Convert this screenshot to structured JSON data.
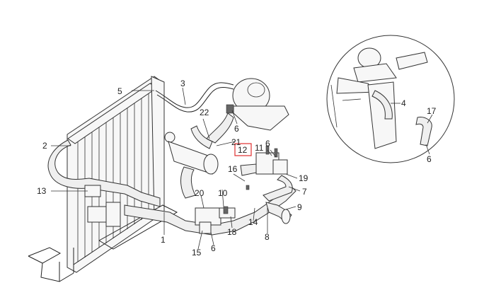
{
  "diagram": {
    "highlight_color": "#e03030",
    "callouts": [
      {
        "id": "c1",
        "label": "1"
      },
      {
        "id": "c2",
        "label": "2"
      },
      {
        "id": "c3",
        "label": "3"
      },
      {
        "id": "c4",
        "label": "4"
      },
      {
        "id": "c5",
        "label": "5"
      },
      {
        "id": "c6a",
        "label": "6"
      },
      {
        "id": "c6b",
        "label": "6"
      },
      {
        "id": "c6c",
        "label": "6"
      },
      {
        "id": "c6d",
        "label": "6"
      },
      {
        "id": "c7",
        "label": "7"
      },
      {
        "id": "c8",
        "label": "8"
      },
      {
        "id": "c9",
        "label": "9"
      },
      {
        "id": "c10",
        "label": "10"
      },
      {
        "id": "c11",
        "label": "11"
      },
      {
        "id": "c12",
        "label": "12",
        "highlighted": true
      },
      {
        "id": "c13",
        "label": "13"
      },
      {
        "id": "c14",
        "label": "14"
      },
      {
        "id": "c15",
        "label": "15"
      },
      {
        "id": "c16",
        "label": "16"
      },
      {
        "id": "c17",
        "label": "17"
      },
      {
        "id": "c18",
        "label": "18"
      },
      {
        "id": "c19",
        "label": "19"
      },
      {
        "id": "c20",
        "label": "20"
      },
      {
        "id": "c21",
        "label": "21"
      },
      {
        "id": "c22",
        "label": "22"
      }
    ]
  }
}
